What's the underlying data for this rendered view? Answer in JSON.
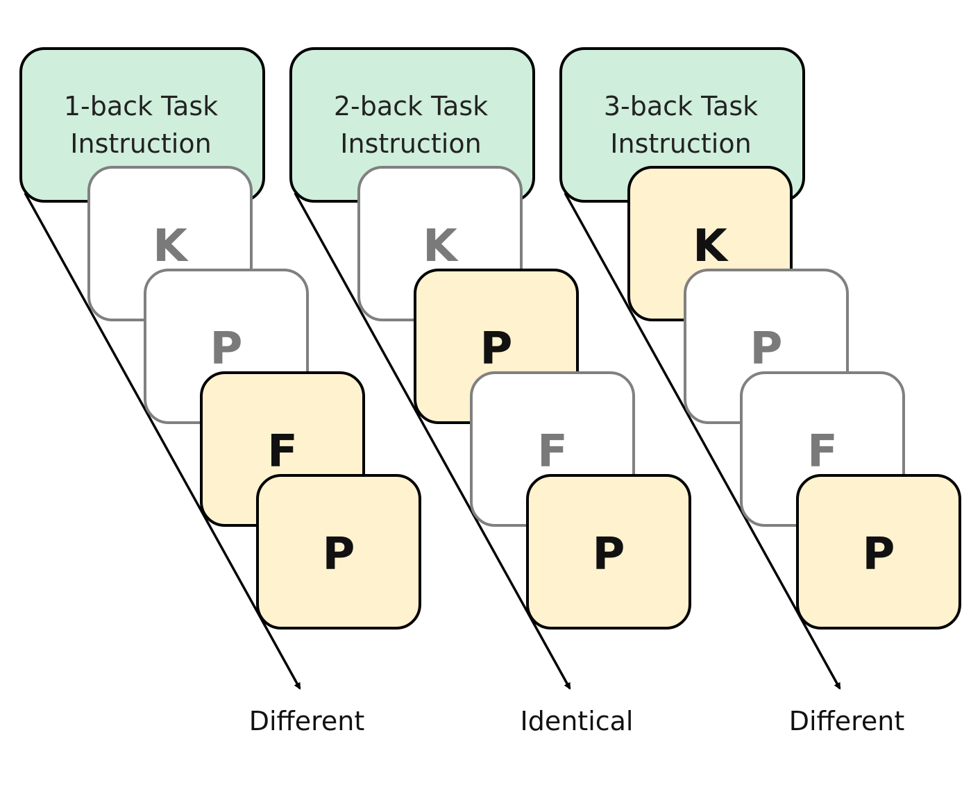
{
  "colors": {
    "instruction_fill": "#cfeedc",
    "highlight_fill": "#fff2cf",
    "plain_fill": "#ffffff",
    "active_stroke": "#000000",
    "inactive_stroke": "#808080",
    "active_text": "#111111",
    "inactive_text": "#7a7a7a"
  },
  "tasks": [
    {
      "instruction_line1": "1-back Task",
      "instruction_line2": "Instruction",
      "cards": [
        {
          "letter": "K",
          "state": "inactive"
        },
        {
          "letter": "P",
          "state": "inactive"
        },
        {
          "letter": "F",
          "state": "active"
        },
        {
          "letter": "P",
          "state": "active"
        }
      ],
      "result": "Different"
    },
    {
      "instruction_line1": "2-back Task",
      "instruction_line2": "Instruction",
      "cards": [
        {
          "letter": "K",
          "state": "inactive"
        },
        {
          "letter": "P",
          "state": "active"
        },
        {
          "letter": "F",
          "state": "inactive"
        },
        {
          "letter": "P",
          "state": "active"
        }
      ],
      "result": "Identical"
    },
    {
      "instruction_line1": "3-back Task",
      "instruction_line2": "Instruction",
      "cards": [
        {
          "letter": "K",
          "state": "active"
        },
        {
          "letter": "P",
          "state": "inactive"
        },
        {
          "letter": "F",
          "state": "inactive"
        },
        {
          "letter": "P",
          "state": "active"
        }
      ],
      "result": "Different"
    }
  ]
}
